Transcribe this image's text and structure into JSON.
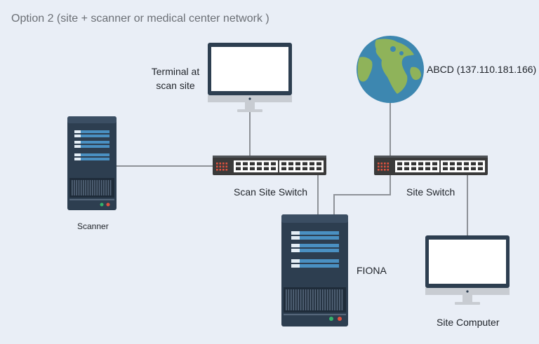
{
  "title": "Option 2 (site + scanner or medical center network )",
  "labels": {
    "terminal": [
      "Terminal at",
      "scan site"
    ],
    "globe": "ABCD (137.110.181.166)",
    "scan_switch": "Scan Site Switch",
    "site_switch": "Site Switch",
    "scanner": "Scanner",
    "fiona": "FIONA",
    "site_computer": "Site Computer"
  },
  "colors": {
    "background": "#e9eef6",
    "connector": "#8e9298",
    "device_dark": "#2d3e50",
    "device_panel": "#4a90c2",
    "switch_body": "#3a3a3a",
    "switch_port": "#ffffff",
    "switch_led": "#e0523f",
    "monitor_frame": "#2d3e50",
    "monitor_screen": "#ffffff",
    "monitor_base": "#c8ccd2",
    "globe_ocean": "#3d87b0",
    "globe_land": "#8fb35a",
    "led_green": "#35b36a",
    "led_red": "#e0523f"
  },
  "icons": [
    "monitor-icon",
    "globe-icon",
    "server-icon",
    "switch-icon"
  ]
}
